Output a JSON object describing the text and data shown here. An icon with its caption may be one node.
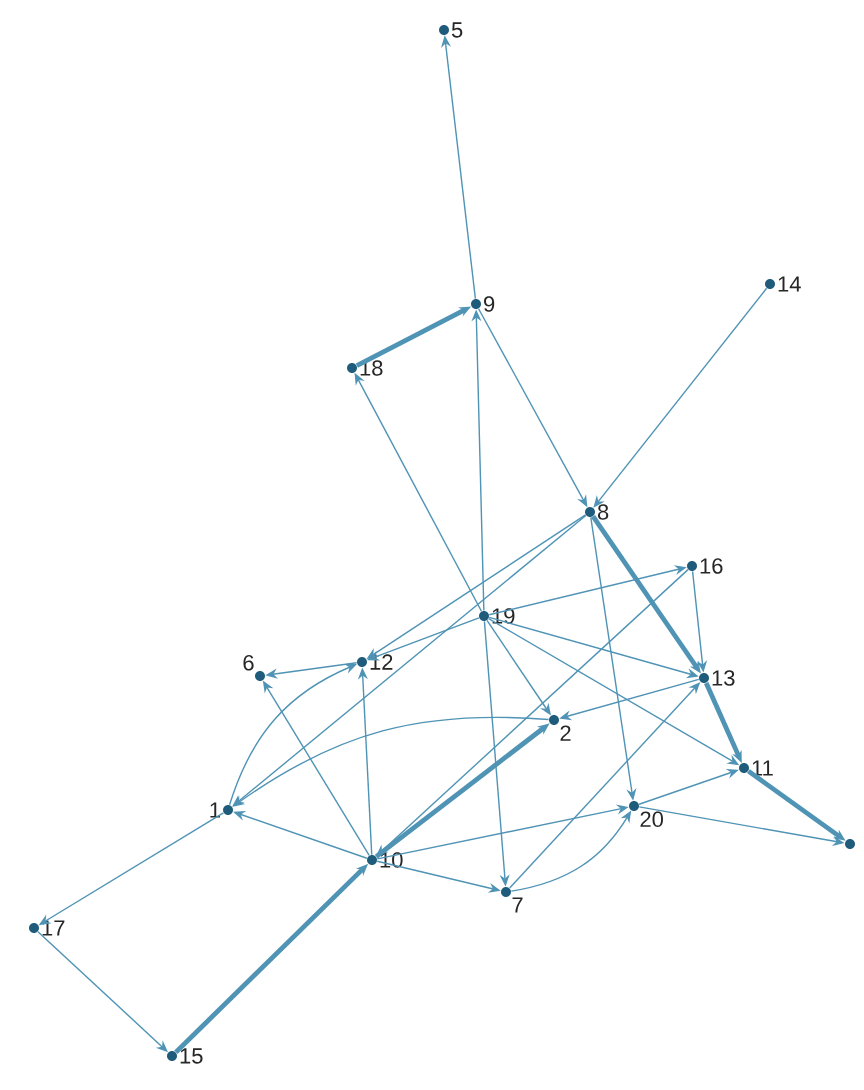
{
  "diagram": {
    "nodes": [
      {
        "text": [
          "5"
        ]
      },
      {
        "text": [
          "9"
        ]
      },
      {
        "text": [
          "18"
        ]
      },
      {
        "text": [
          "14"
        ]
      },
      {
        "text": [
          "8"
        ]
      },
      {
        "text": [
          "16"
        ]
      },
      {
        "text": [
          "19"
        ]
      },
      {
        "text": [
          "12"
        ]
      },
      {
        "text": [
          "6"
        ]
      },
      {
        "text": [
          "13"
        ]
      },
      {
        "text": [
          "2"
        ]
      },
      {
        "text": [
          "11"
        ]
      },
      {
        "text": [
          "1"
        ]
      },
      {
        "text": [
          "20"
        ]
      },
      {
        "text": [],
        "shape": "circle"
      },
      {
        "text": [
          "10"
        ]
      },
      {
        "text": [
          "7"
        ]
      },
      {
        "text": [
          "17"
        ]
      },
      {
        "text": [
          "15"
        ]
      }
    ],
    "edges": [
      {
        "from": 1,
        "to": 0,
        "arrow": "to"
      },
      {
        "from": 2,
        "to": 1,
        "arrow": "to",
        "style": "thick"
      },
      {
        "from": 1,
        "to": 4,
        "arrow": "to"
      },
      {
        "from": 3,
        "to": 4,
        "arrow": "to"
      },
      {
        "from": 6,
        "to": 2,
        "arrow": "to"
      },
      {
        "from": 6,
        "to": 1,
        "arrow": "to"
      },
      {
        "from": 4,
        "to": 7,
        "arrow": "to"
      },
      {
        "from": 4,
        "to": 12,
        "arrow": "to"
      },
      {
        "from": 4,
        "to": 13,
        "arrow": "to"
      },
      {
        "from": 4,
        "to": 9,
        "arrow": "to",
        "style": "thick"
      },
      {
        "from": 9,
        "to": 11,
        "arrow": "to",
        "style": "thick"
      },
      {
        "from": 11,
        "to": 14,
        "arrow": "to",
        "style": "thick"
      },
      {
        "from": 6,
        "to": 5,
        "arrow": "to"
      },
      {
        "from": 6,
        "to": 9,
        "arrow": "to"
      },
      {
        "from": 6,
        "to": 10,
        "arrow": "to"
      },
      {
        "from": 6,
        "to": 16,
        "arrow": "to"
      },
      {
        "from": 6,
        "to": 7,
        "arrow": "to"
      },
      {
        "from": 6,
        "to": 11,
        "arrow": "to"
      },
      {
        "from": 7,
        "to": 8,
        "arrow": "to"
      },
      {
        "from": 15,
        "to": 8,
        "arrow": "to"
      },
      {
        "from": 15,
        "to": 7,
        "arrow": "to"
      },
      {
        "from": 15,
        "to": 12,
        "arrow": "to"
      },
      {
        "from": 12,
        "to": 7,
        "arrow": "to"
      },
      {
        "from": 12,
        "to": 17,
        "arrow": "to"
      },
      {
        "from": 17,
        "to": 18,
        "arrow": "to"
      },
      {
        "from": 18,
        "to": 15,
        "arrow": "to",
        "style": "thick"
      },
      {
        "from": 15,
        "to": 10,
        "arrow": "to",
        "style": "thick"
      },
      {
        "from": 15,
        "to": 13,
        "arrow": "to"
      },
      {
        "from": 15,
        "to": 16,
        "arrow": "to"
      },
      {
        "from": 16,
        "to": 13,
        "arrow": "to"
      },
      {
        "from": 16,
        "to": 9,
        "arrow": "to"
      },
      {
        "from": 10,
        "to": 12,
        "arrow": "to"
      },
      {
        "from": 5,
        "to": 9,
        "arrow": "to"
      },
      {
        "from": 5,
        "to": 15,
        "arrow": "to"
      },
      {
        "from": 9,
        "to": 10,
        "arrow": "to"
      },
      {
        "from": 13,
        "to": 14,
        "arrow": "to"
      },
      {
        "from": 13,
        "to": 11,
        "arrow": "to"
      }
    ]
  }
}
